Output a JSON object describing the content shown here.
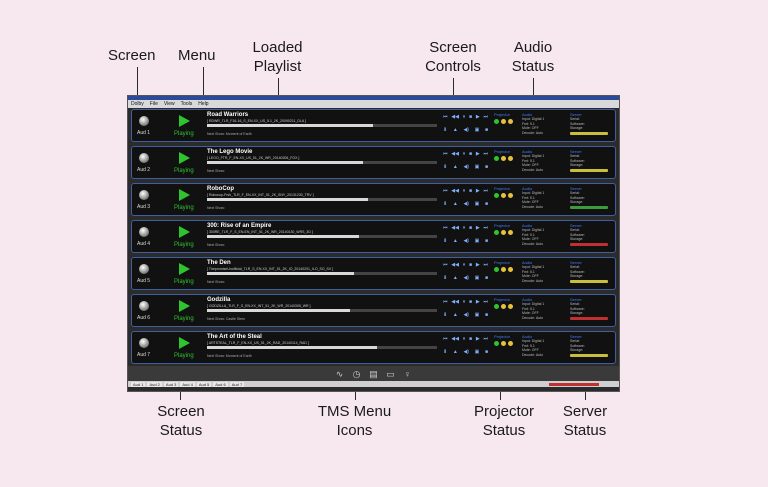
{
  "callouts": {
    "screen": "Screen",
    "menu": "Menu",
    "loaded_playlist": "Loaded Playlist",
    "screen_controls": "Screen Controls",
    "audio_status": "Audio Status",
    "screen_status": "Screen Status",
    "tms_menu_icons": "TMS Menu Icons",
    "projector_status": "Projector Status",
    "server_status": "Server Status"
  },
  "menu": {
    "items": [
      "Dolby",
      "File",
      "View",
      "Tools",
      "Help"
    ]
  },
  "controls": {
    "row1": [
      "⏮",
      "◀◀",
      "⏸",
      "■",
      "▶",
      "⏭"
    ],
    "row2": [
      "⬇",
      "▲",
      "◀)",
      "▣",
      "■"
    ]
  },
  "rows": [
    {
      "screen": "Aud 1",
      "status": "Playing",
      "title": "Road Warriors",
      "cpl": "[ RDWR_TLR_F16-16_S_EN-XX_US_5.1_2K_20090211_DLA ]",
      "progress": 0.72,
      "next_show": "Next Show:  Moment of Earth",
      "storage": "#c8c03c"
    },
    {
      "screen": "Aud 2",
      "status": "Playing",
      "title": "The Lego Movie",
      "cpl": "[ LEGO_FTR_F_EN-XX_US_51_2K_WR_20140206_FOX ]",
      "progress": 0.68,
      "next_show": "Next Show:",
      "storage": "#c8c03c"
    },
    {
      "screen": "Aud 3",
      "status": "Playing",
      "title": "RoboCop",
      "cpl": "[ Robocop-Frsh_TLR_F_EN-XX_INT_51_2K_SNY_20131230_TRV ]",
      "progress": 0.7,
      "next_show": "Next Show:",
      "storage": "#3c9c3c"
    },
    {
      "screen": "Aud 4",
      "status": "Playing",
      "title": "300: Rise of an Empire",
      "cpl": "[ 300RE_TLR_F_S_EN-EN_INT_51_2K_WR_20140130_WRS_3D ]",
      "progress": 0.66,
      "next_show": "Next Show:",
      "storage": "#c03030"
    },
    {
      "screen": "Aud 5",
      "status": "Playing",
      "title": "The Den",
      "cpl": "[ ThepromiseUnofficial_TLR_S_EN-XX_INT_51_2K_IO_20140201_ILO_SO_SV ]",
      "progress": 0.64,
      "next_show": "Next Show:",
      "storage": "#c8c03c"
    },
    {
      "screen": "Aud 6",
      "status": "Playing",
      "title": "Godzilla",
      "cpl": "[ GODZILLA_TLR_F_S_EN-XX_INT_51_2K_WR_20140305_WR ]",
      "progress": 0.62,
      "next_show": "Next Show:  Castle Stern",
      "storage": "#c03030"
    },
    {
      "screen": "Aud 7",
      "status": "Playing",
      "title": "The Art of the Steal",
      "cpl": "[ ARTSTEAL_TLR_F_EN-XX_US_51_2K_RAD_20140114_RAD ]",
      "progress": 0.74,
      "next_show": "Next Show:  Moment of Earth",
      "storage": "#c8c03c"
    }
  ],
  "projector": {
    "label": "Projector"
  },
  "audio": {
    "label": "Audio",
    "lines": [
      "Input:   Digital 1",
      "Fmt:     5.1",
      "Mute:    OFF",
      "Decode:  Auto"
    ]
  },
  "server": {
    "label": "Server",
    "lines": [
      "Serial:",
      "Software:",
      "Storage:"
    ]
  },
  "tabs": [
    "Aud 1",
    "Aud 2",
    "Aud 3",
    "Aud 4",
    "Aud 5",
    "Aud 6",
    "Aud 7"
  ],
  "tms_icons": [
    "waveform-icon",
    "clock-icon",
    "list-icon",
    "monitor-icon",
    "bulb-icon"
  ],
  "colors": {
    "playing": "#2ec42e",
    "accent": "#3f7fff",
    "alert": "#c03030"
  }
}
